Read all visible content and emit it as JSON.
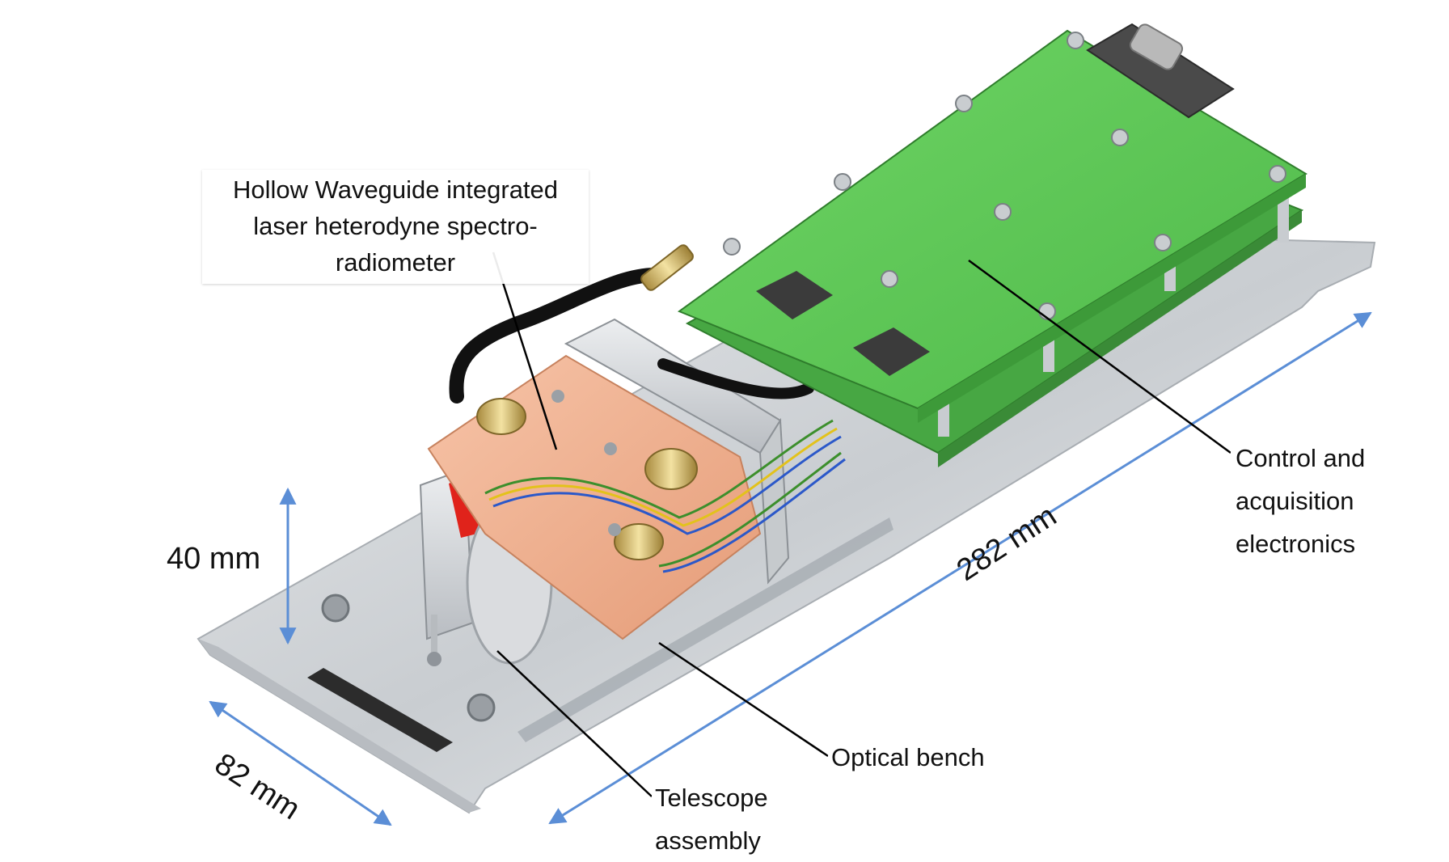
{
  "labels": {
    "hollow_waveguide": [
      "Hollow Waveguide integrated",
      "laser heterodyne spectro-",
      "radiometer"
    ],
    "control": [
      "Control and",
      "acquisition",
      "electronics"
    ],
    "optical_bench": "Optical bench",
    "telescope": [
      "Telescope",
      "assembly"
    ]
  },
  "dimensions": {
    "height": "40 mm",
    "length": "282 mm",
    "width": "82 mm"
  },
  "colors": {
    "pcb": "#5dc957",
    "aluminium": "#d6d9dc",
    "copper": "#f2b596",
    "red_part": "#e0231b",
    "dimension_arrow": "#5b8ed6",
    "leader_line": "#000000"
  }
}
